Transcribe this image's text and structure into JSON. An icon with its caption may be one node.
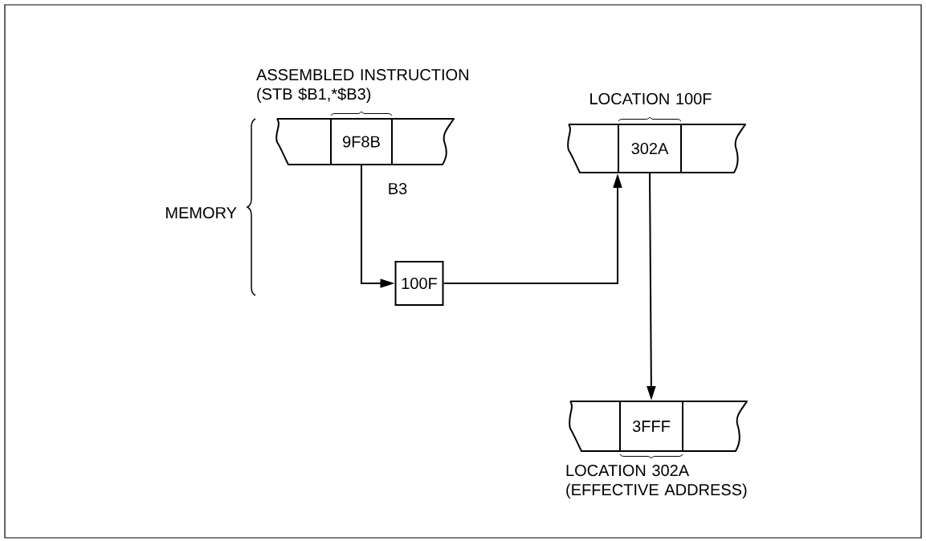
{
  "diagram": {
    "nodes": [
      {
        "text": [
          "9F8B"
        ],
        "beside": [
          "ASSEMBLED INSTRUCTION (STB $B1,*$B3)"
        ]
      },
      {
        "text": [
          "100F"
        ]
      },
      {
        "text": [
          "302A"
        ],
        "beside": [
          "LOCATION 100F"
        ]
      },
      {
        "text": [
          "3FFF"
        ],
        "beside": [
          "LOCATION 302A (EFFECTIVE ADDRESS)"
        ]
      }
    ],
    "edges": [
      {
        "from": 0,
        "to": 1,
        "arrow": "to"
      },
      {
        "from": 1,
        "to": 2,
        "arrow": "to"
      },
      {
        "from": 2,
        "to": 3,
        "arrow": "to"
      }
    ],
    "labels": [
      "MEMORY",
      "B3"
    ]
  }
}
